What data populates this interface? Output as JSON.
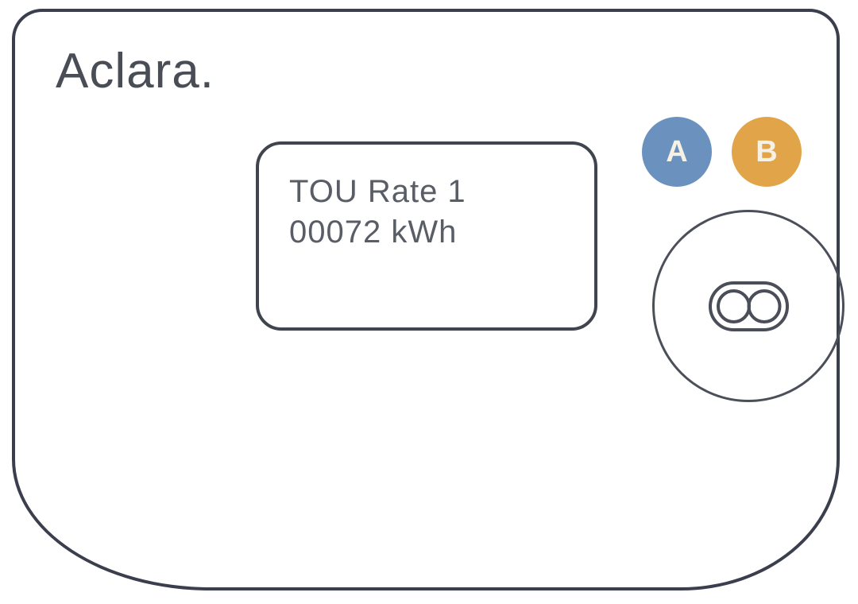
{
  "device": {
    "brand": "Aclara.",
    "display": {
      "line1": "TOU Rate 1",
      "line2": "00072 kWh"
    },
    "buttons": [
      {
        "label": "A",
        "color": "#6b92be"
      },
      {
        "label": "B",
        "color": "#e1a449"
      }
    ],
    "magnified_detail": {
      "icon": "optical-port-icon"
    }
  },
  "colors": {
    "outline": "#3b3f4d",
    "display_text": "#595d66",
    "brand_text": "#494d56",
    "button_a_blue": "#6b92be",
    "button_b_orange": "#e1a449",
    "button_label": "#f6f1e4"
  }
}
